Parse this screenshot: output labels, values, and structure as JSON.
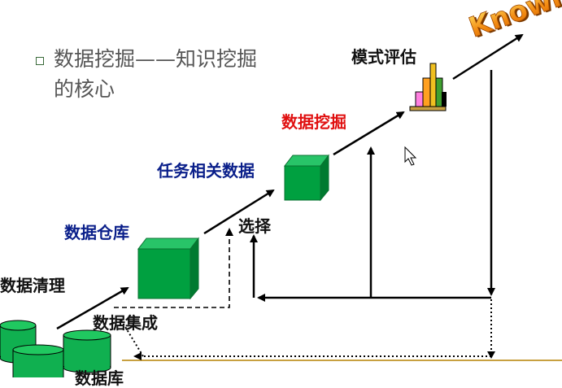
{
  "bullet": {
    "line1": "数据挖掘——知识挖掘",
    "line2": "的核心"
  },
  "labels": {
    "pattern_eval": "模式评估",
    "data_mining": "数据挖掘",
    "task_data": "任务相关数据",
    "selection": "选择",
    "warehouse": "数据仓库",
    "cleaning": "数据清理",
    "integration": "数据集成",
    "database": "数据库"
  },
  "wordart": "Knowledge",
  "colors": {
    "label_blue": "#0a1f8a",
    "label_red": "#e01010",
    "cube_green": "#00a040",
    "db_green": "#10b050",
    "orange": "#f28a12",
    "baseline": "#c8a040"
  }
}
